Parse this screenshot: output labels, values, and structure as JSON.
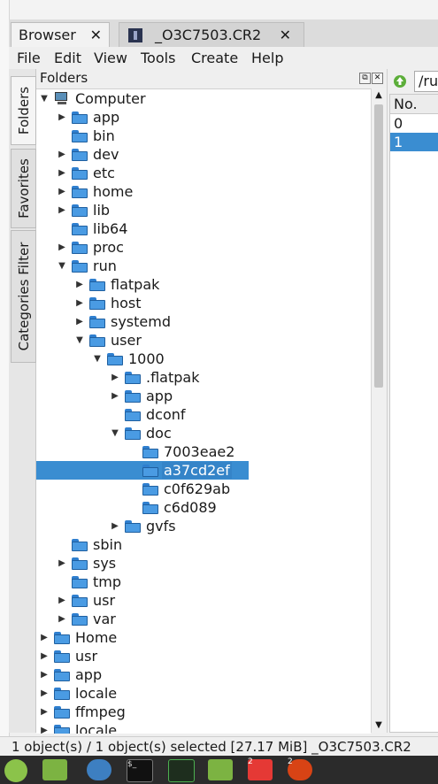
{
  "tabs": [
    {
      "label": "Browser",
      "close": "✕"
    },
    {
      "label": "_O3C7503.CR2",
      "close": "✕"
    }
  ],
  "menu": [
    "File",
    "Edit",
    "View",
    "Tools",
    "Create",
    "Help"
  ],
  "side_tabs": [
    "Folders",
    "Favorites",
    "Categories Filter"
  ],
  "folders_panel": {
    "title": "Folders"
  },
  "tree": [
    {
      "label": "Computer",
      "arrow": "▼",
      "icon": "computer"
    },
    {
      "label": "app",
      "arrow": "▶"
    },
    {
      "label": "bin",
      "arrow": ""
    },
    {
      "label": "dev",
      "arrow": "▶"
    },
    {
      "label": "etc",
      "arrow": "▶"
    },
    {
      "label": "home",
      "arrow": "▶"
    },
    {
      "label": "lib",
      "arrow": "▶"
    },
    {
      "label": "lib64",
      "arrow": ""
    },
    {
      "label": "proc",
      "arrow": "▶"
    },
    {
      "label": "run",
      "arrow": "▼"
    },
    {
      "label": "flatpak",
      "arrow": "▶"
    },
    {
      "label": "host",
      "arrow": "▶"
    },
    {
      "label": "systemd",
      "arrow": "▶"
    },
    {
      "label": "user",
      "arrow": "▼"
    },
    {
      "label": "1000",
      "arrow": "▼"
    },
    {
      "label": ".flatpak",
      "arrow": "▶"
    },
    {
      "label": "app",
      "arrow": "▶"
    },
    {
      "label": "dconf",
      "arrow": ""
    },
    {
      "label": "doc",
      "arrow": "▼"
    },
    {
      "label": "7003eae2",
      "arrow": ""
    },
    {
      "label": "a37cd2ef",
      "arrow": "",
      "selected": true
    },
    {
      "label": "c0f629ab",
      "arrow": ""
    },
    {
      "label": "c6d089",
      "arrow": ""
    },
    {
      "label": "gvfs",
      "arrow": "▶"
    },
    {
      "label": "sbin",
      "arrow": ""
    },
    {
      "label": "sys",
      "arrow": "▶"
    },
    {
      "label": "tmp",
      "arrow": ""
    },
    {
      "label": "usr",
      "arrow": "▶"
    },
    {
      "label": "var",
      "arrow": "▶"
    },
    {
      "label": "Home",
      "arrow": "▶"
    },
    {
      "label": "usr",
      "arrow": "▶"
    },
    {
      "label": "app",
      "arrow": "▶"
    },
    {
      "label": "locale",
      "arrow": "▶"
    },
    {
      "label": "ffmpeg",
      "arrow": "▶"
    },
    {
      "label": "locale",
      "arrow": "▶"
    }
  ],
  "right_panel": {
    "path_value": "/ru",
    "column_header": "No.",
    "rows": [
      "0",
      "1"
    ]
  },
  "status": {
    "text": "1 object(s) / 1 object(s) selected [27.17 MiB]  _O3C7503.CR2"
  },
  "taskbar": {
    "badges": [
      "2",
      "2"
    ],
    "terminal_glyph": "$_"
  },
  "colors": {
    "selection": "#3a8dd1",
    "folder": "#4a9be3",
    "taskbar": "#2b2b2b"
  }
}
